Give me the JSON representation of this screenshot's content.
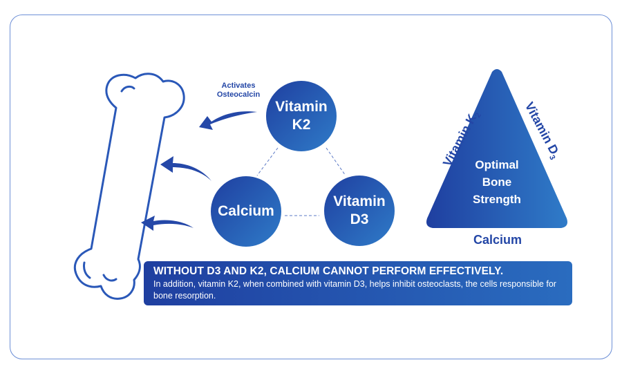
{
  "activates_label": [
    "Activates",
    "Osteocalcin"
  ],
  "circles": {
    "k2": [
      "Vitamin",
      "K2"
    ],
    "calcium": [
      "Calcium"
    ],
    "d3": [
      "Vitamin",
      "D3"
    ]
  },
  "triangle": {
    "center": [
      "Optimal",
      "Bone",
      "Strength"
    ],
    "left_side": {
      "text": "Vitamin K",
      "sub": "2"
    },
    "right_side": {
      "text": "Vitamin D",
      "sub": "3"
    },
    "base": "Calcium"
  },
  "banner": {
    "title": "WITHOUT D3 AND K2, CALCIUM CANNOT PERFORM EFFECTIVELY.",
    "body": "In addition, vitamin K2, when combined with vitamin D3, helps inhibit osteoclasts, the cells responsible for bone resorption."
  },
  "colors": {
    "dark_blue": "#1f3fa0",
    "mid_blue": "#2a6cbf",
    "text_blue": "#2346a6",
    "frame": "#6d8fd6"
  },
  "icons": [
    "bone-icon",
    "curved-arrow-icon",
    "triangle-shape"
  ]
}
